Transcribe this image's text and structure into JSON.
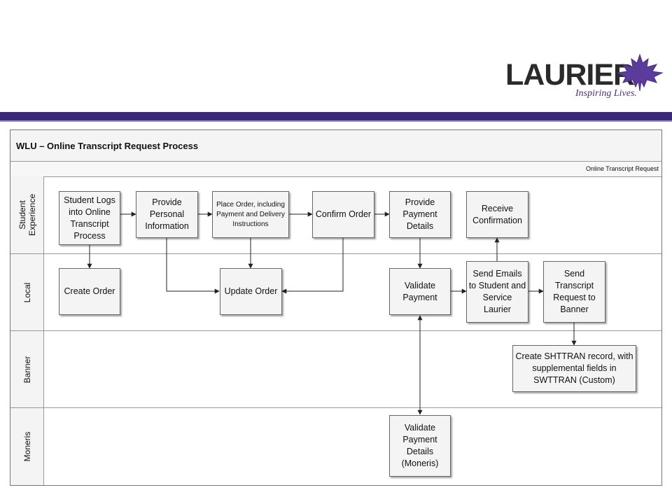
{
  "logo": {
    "wordmark": "LAURIER",
    "tagline": "Inspiring Lives."
  },
  "colors": {
    "banner": "#3c2a78",
    "leaf": "#5a3d9a",
    "box_fill": "#f4f4f4"
  },
  "diagram": {
    "title": "WLU – Online Transcript Request Process",
    "subtitle": "Online Transcript Request",
    "lanes": [
      {
        "label": "Student\nExperience"
      },
      {
        "label": "Local"
      },
      {
        "label": "Banner"
      },
      {
        "label": "Moneris"
      }
    ],
    "steps": {
      "student_logs": "Student Logs into Online Transcript Process",
      "provide_personal": "Provide Personal Information",
      "place_order": "Place Order, including Payment and Delivery Instructions",
      "confirm_order": "Confirm Order",
      "provide_payment": "Provide Payment Details",
      "receive_confirmation": "Receive Confirmation",
      "create_order": "Create Order",
      "update_order": "Update Order",
      "validate_payment": "Validate Payment",
      "send_emails": "Send Emails to Student and Service Laurier",
      "send_transcript": "Send Transcript Request to Banner",
      "create_shttran": "Create SHTTRAN record, with supplemental fields in SWTTRAN (Custom)",
      "validate_moneris": "Validate Payment Details (Moneris)"
    }
  }
}
